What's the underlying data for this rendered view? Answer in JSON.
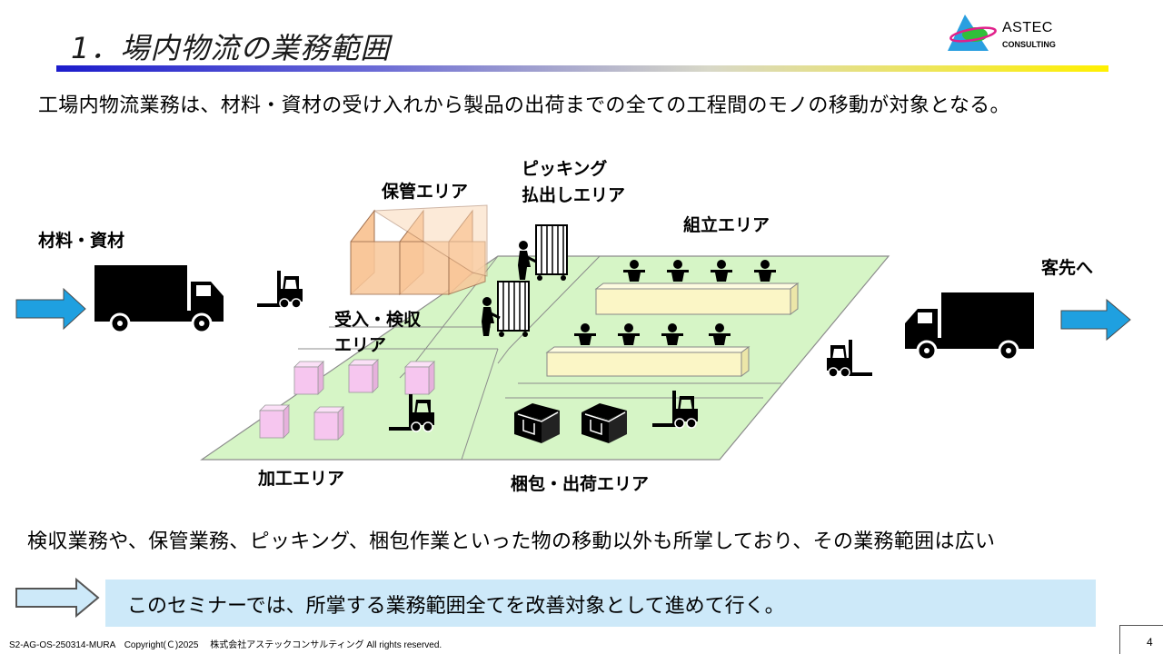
{
  "header": {
    "title": "1．場内物流の業務範囲",
    "logo_name": "ASTEC",
    "logo_sub": "CONSULTING"
  },
  "intro_text": "工場内物流業務は、材料・資材の受け入れから製品の出荷までの全ての工程間のモノの移動が対象となる。",
  "diagram": {
    "labels": {
      "materials": "材料・資材",
      "storage": "保管エリア",
      "picking_line1": "ピッキング",
      "picking_line2": "払出しエリア",
      "assembly": "組立エリア",
      "receiving_line1": "受入・検収",
      "receiving_line2": "エリア",
      "processing": "加工エリア",
      "packing": "梱包・出荷エリア",
      "to_customer": "客先へ"
    },
    "colors": {
      "floor": "#d6f5c6",
      "arrow": "#1fa0e0",
      "storage": "#f9c79a",
      "boxes": "#f6c6ef",
      "table": "#fbf6c6"
    }
  },
  "summary_text": "検収業務や、保管業務、ピッキング、梱包作業といった物の移動以外も所掌しており、その業務範囲は広い",
  "note_text": "このセミナーでは、所掌する業務範囲全てを改善対象として進めて行く。",
  "footer": {
    "text": "S2-AG-OS-250314-MURA　Copyright(Ｃ)2025　 株式会社アステックコンサルティング All rights reserved.",
    "page_number": "4"
  }
}
